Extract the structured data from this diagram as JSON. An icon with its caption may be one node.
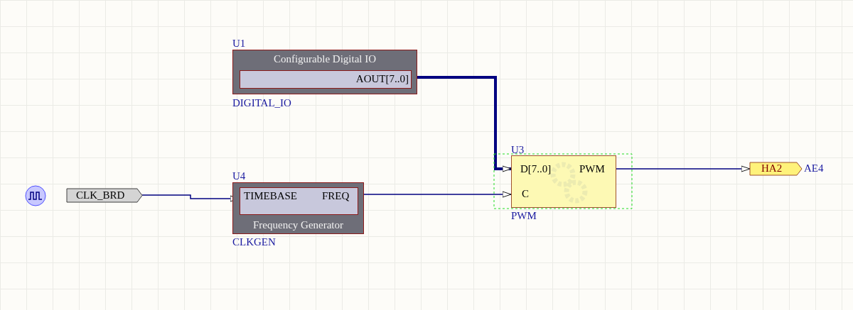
{
  "diagram": {
    "nodes": [
      {
        "text": [
          "Configurable Digital IO"
        ],
        "beside": [
          "U1",
          "DIGITAL_IO"
        ]
      },
      {
        "text": [
          "AOUT[7..0]"
        ],
        "in": 0
      },
      {
        "text": [
          "CLK_BRD"
        ]
      },
      {
        "text": [
          "Frequency Generator"
        ],
        "beside": [
          "U4",
          "CLKGEN"
        ]
      },
      {
        "text": [
          "TIMEBASE",
          "FREQ"
        ],
        "in": 3
      },
      {
        "text": [
          "D[7..0]",
          "PWM",
          "C"
        ],
        "beside": [
          "U3",
          "PWM"
        ]
      },
      {
        "text": [
          "HA2"
        ],
        "beside": [
          "AE4"
        ]
      }
    ],
    "edges": [
      {
        "from": 1,
        "to": 5,
        "arrow": "to",
        "style": "thick"
      },
      {
        "from": 2,
        "to": 4,
        "arrow": "to"
      },
      {
        "from": 4,
        "to": 5,
        "arrow": "to"
      },
      {
        "from": 5,
        "to": 6,
        "arrow": "to"
      }
    ]
  }
}
